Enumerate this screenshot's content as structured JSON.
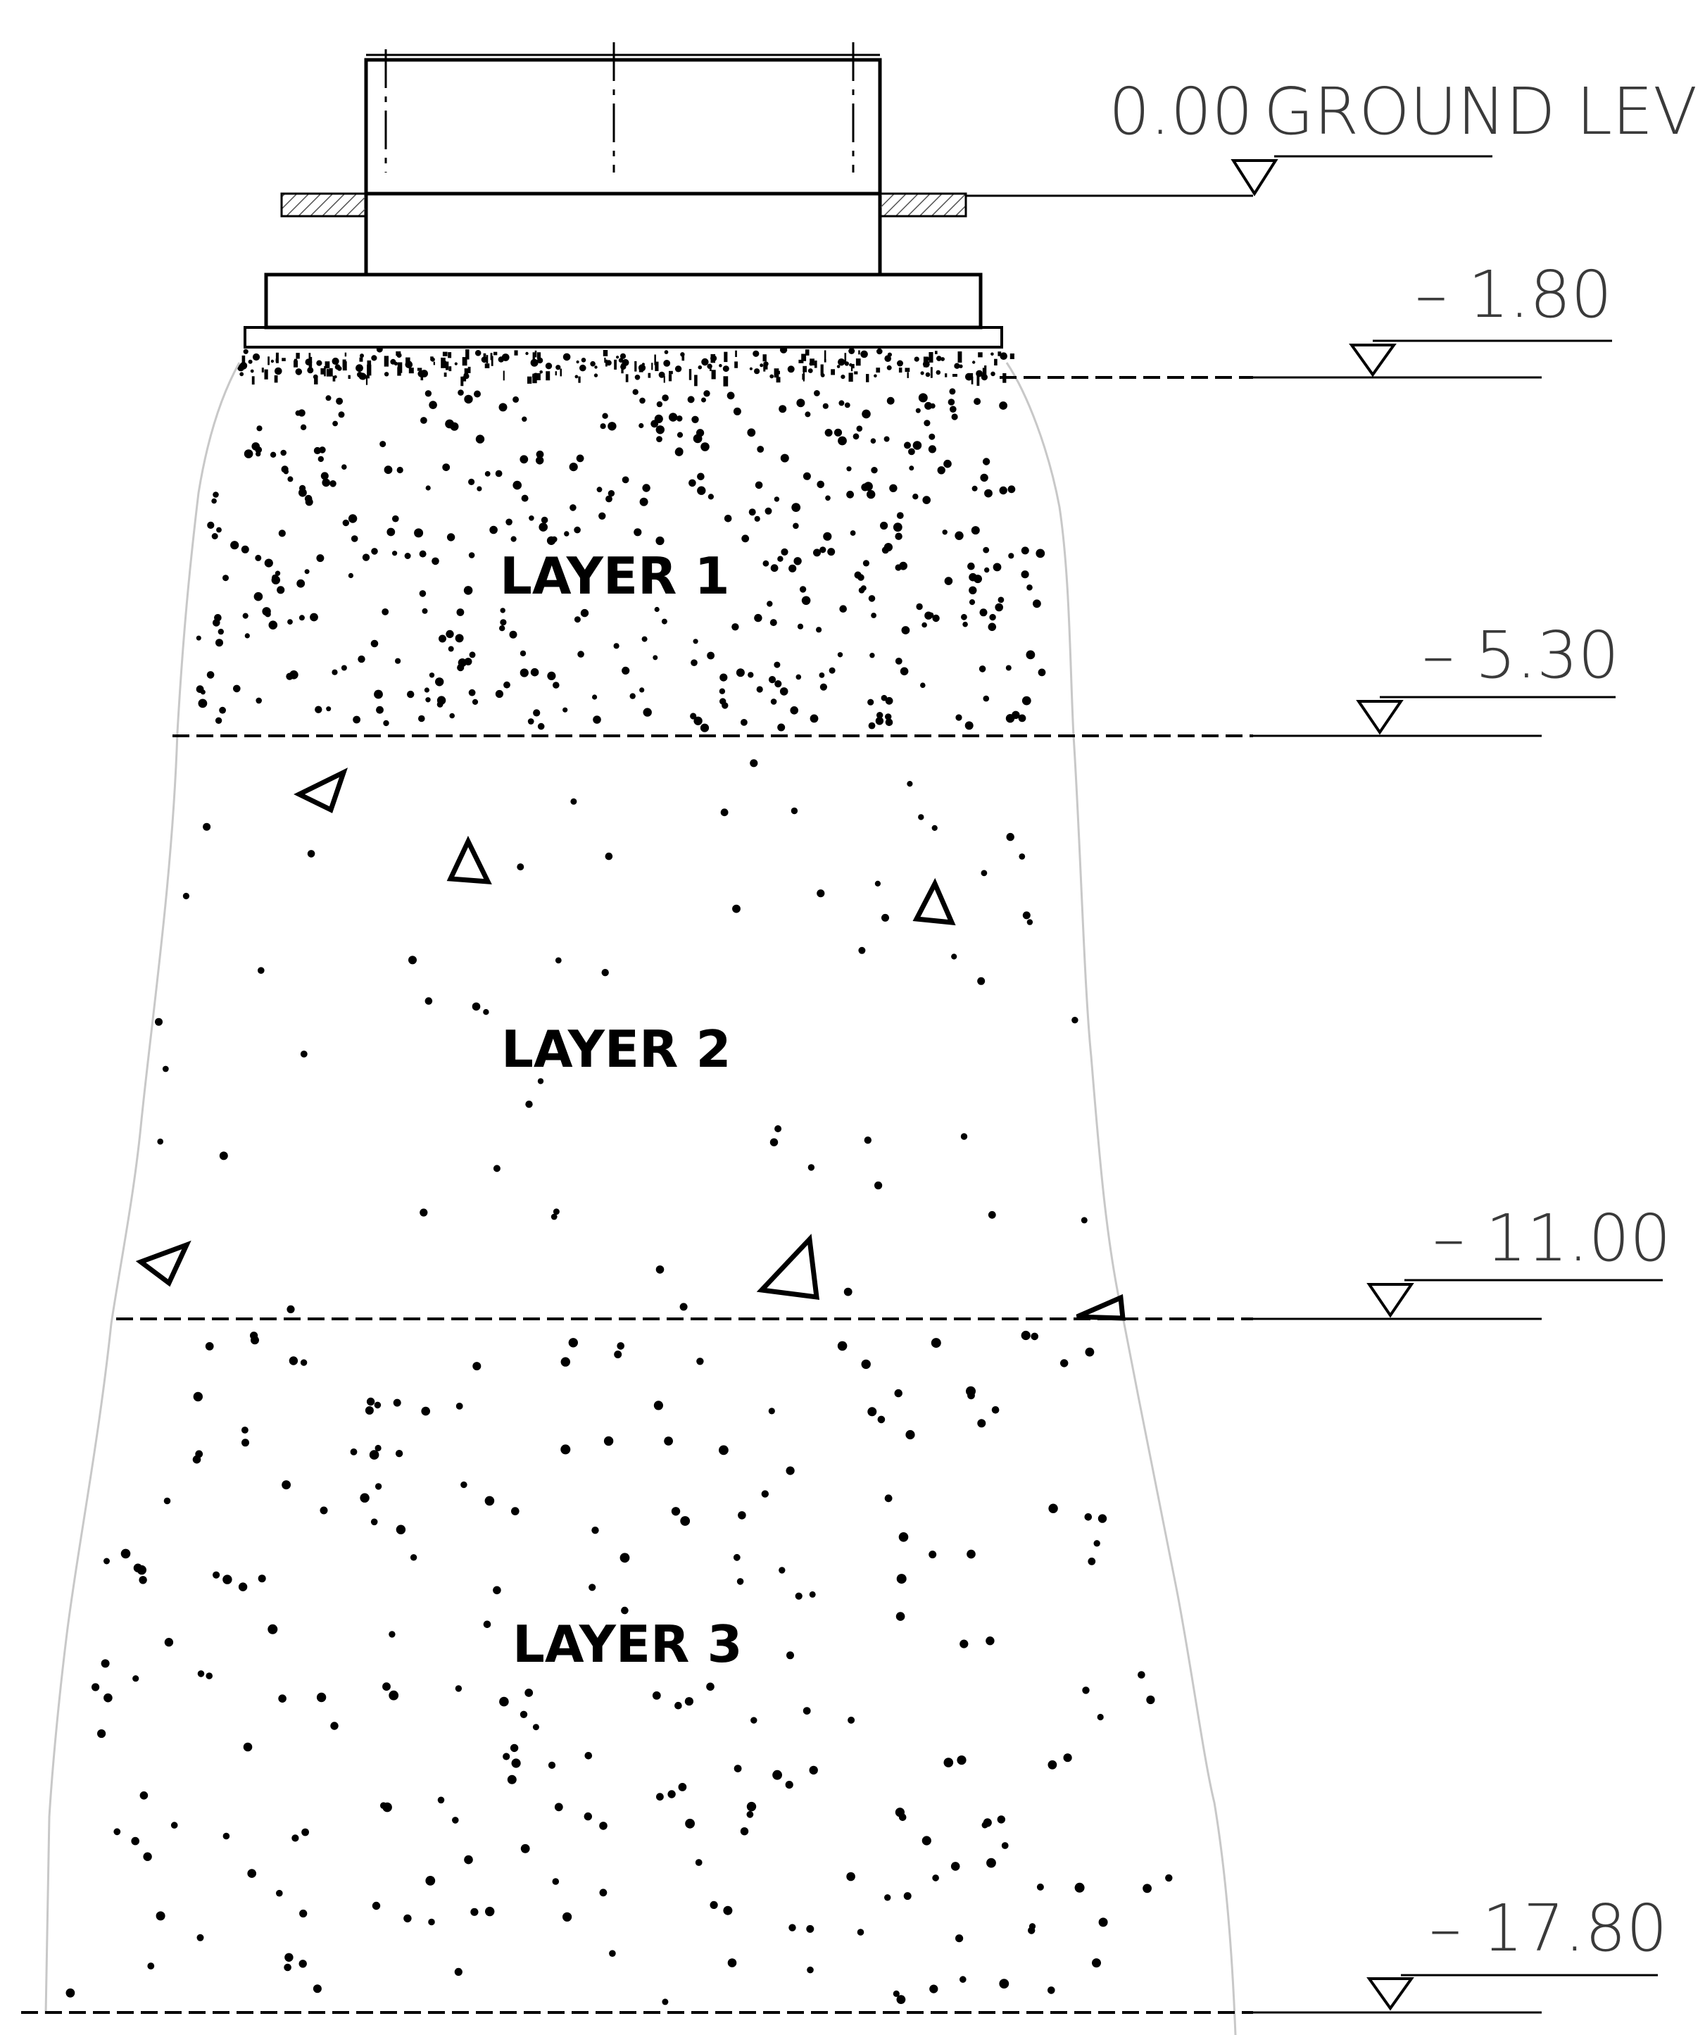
{
  "levels": [
    {
      "value": "0.00",
      "label": "GROUND LEVEL"
    },
    {
      "value": "– 1.80"
    },
    {
      "value": "– 5.30"
    },
    {
      "value": "– 11.00"
    },
    {
      "value": "– 17.80"
    }
  ],
  "layers": [
    {
      "label": "LAYER 1"
    },
    {
      "label": "LAYER 2"
    },
    {
      "label": "LAYER 3"
    }
  ]
}
